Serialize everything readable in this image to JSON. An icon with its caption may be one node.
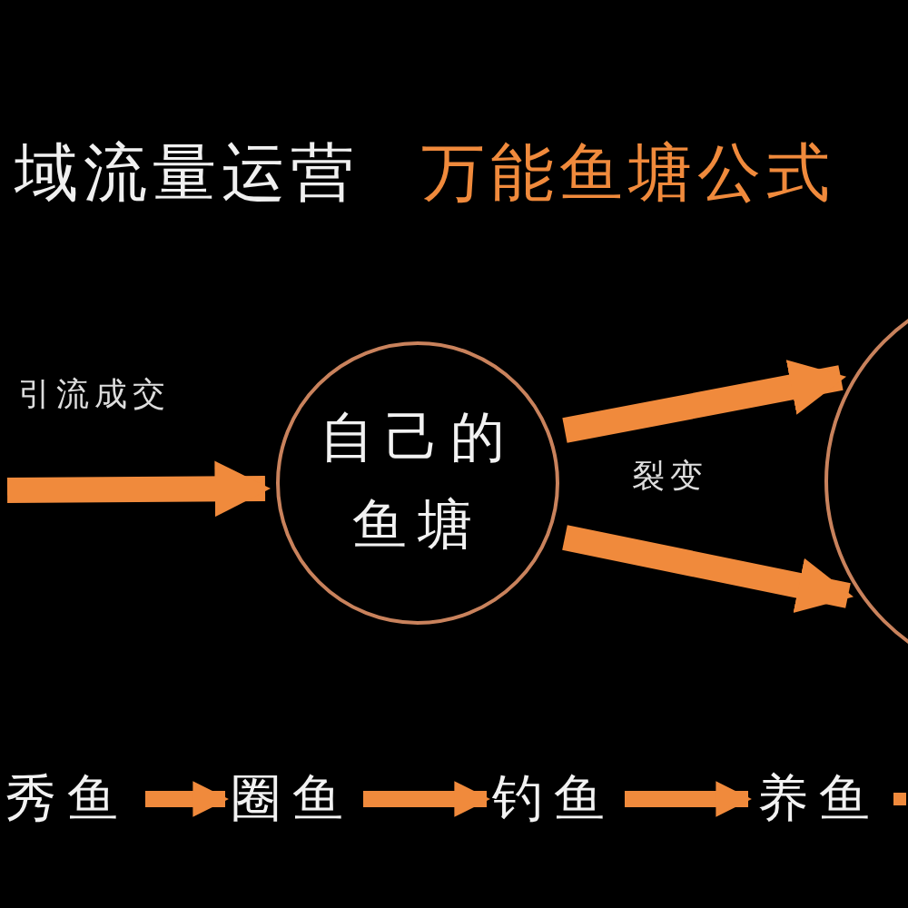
{
  "diagram": {
    "title": "域流量运营",
    "nodes": [
      {
        "text": [
          "自己的鱼塘"
        ]
      },
      {
        "text": [],
        "shape": "circle"
      },
      {
        "text": [
          "秀鱼"
        ]
      },
      {
        "text": [
          "圈鱼"
        ]
      },
      {
        "text": [
          "钓鱼"
        ]
      },
      {
        "text": [
          "养鱼"
        ]
      }
    ],
    "edges": [
      {
        "from": null,
        "to": 0,
        "arrow": "to",
        "label": "引流成交"
      },
      {
        "from": 0,
        "to": 1,
        "arrow": "to",
        "label": "裂变"
      },
      {
        "from": 0,
        "to": 1,
        "arrow": "to"
      },
      {
        "from": 2,
        "to": 3,
        "arrow": "to"
      },
      {
        "from": 3,
        "to": 4,
        "arrow": "to"
      },
      {
        "from": 4,
        "to": 5,
        "arrow": "to"
      },
      {
        "from": 5,
        "to": null,
        "arrow": "none"
      }
    ],
    "labels": [
      "万能鱼塘公式"
    ]
  }
}
